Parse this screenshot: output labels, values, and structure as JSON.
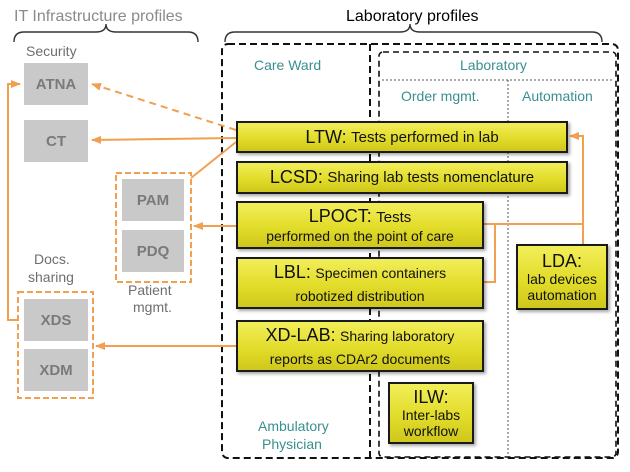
{
  "headers": {
    "it_infra": "IT Infrastructure profiles",
    "lab_profiles": "Laboratory profiles"
  },
  "groups": {
    "security": "Security",
    "docs_sharing_1": "Docs.",
    "docs_sharing_2": "sharing",
    "patient_mgmt_1": "Patient",
    "patient_mgmt_2": "mgmt.",
    "care_ward": "Care Ward",
    "laboratory": "Laboratory",
    "order_mgmt": "Order mgmt.",
    "automation": "Automation",
    "ambulatory_1": "Ambulatory",
    "ambulatory_2": "Physician"
  },
  "infra_profiles": [
    "ATNA",
    "CT",
    "PAM",
    "PDQ",
    "XDS",
    "XDM"
  ],
  "lab": {
    "ltw": {
      "name": "LTW:",
      "desc": "Tests performed in lab"
    },
    "lcsd": {
      "name": "LCSD:",
      "desc": "Sharing lab tests nomenclature"
    },
    "lpoct": {
      "name": "LPOCT:",
      "desc1": "Tests",
      "desc2": "performed on the point of care"
    },
    "lbl": {
      "name": "LBL:",
      "desc1": "Specimen containers",
      "desc2": "robotized distribution"
    },
    "xdlab": {
      "name": "XD-LAB:",
      "desc1": "Sharing laboratory",
      "desc2": "reports as CDAr2 documents"
    },
    "lda": {
      "name": "LDA:",
      "desc1": "lab devices",
      "desc2": "automation"
    },
    "ilw": {
      "name": "ILW:",
      "desc1": "Inter-labs",
      "desc2": "workflow"
    }
  },
  "colors": {
    "arrow": "#f0a050",
    "box_yellow": "#e6e02e",
    "box_grey": "#c9c9c9",
    "teal": "#3a8f8f"
  }
}
